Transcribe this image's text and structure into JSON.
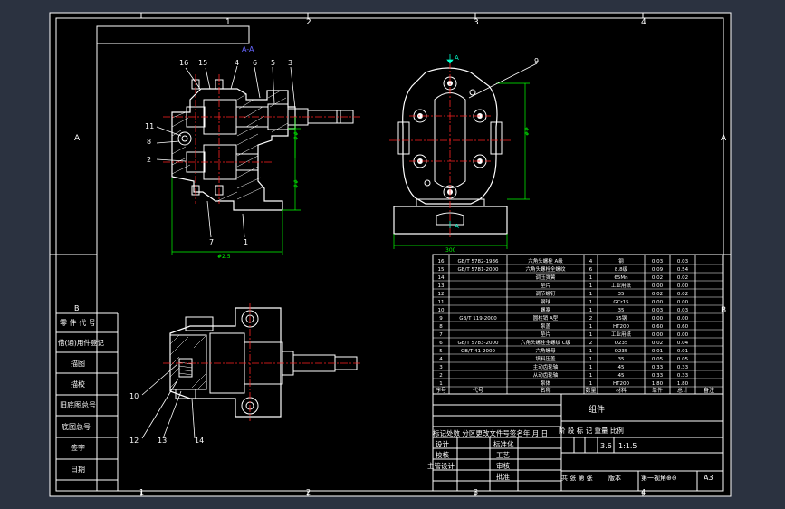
{
  "zone_labels": {
    "top": [
      "1",
      "2",
      "3",
      "4"
    ],
    "bottom": [
      "1",
      "2",
      "3",
      "4"
    ],
    "left": [
      "A",
      "B"
    ],
    "right": [
      "A",
      "B"
    ]
  },
  "section_label": "A-A",
  "section_marks": [
    "A",
    "A"
  ],
  "top_callouts": [
    "16",
    "15",
    "4",
    "6",
    "5",
    "3"
  ],
  "left_callouts": [
    "11",
    "8",
    "2"
  ],
  "bottom_callouts_sec": [
    "7",
    "1"
  ],
  "right_callout": "9",
  "bottom_view_callouts": [
    "10",
    "12",
    "13",
    "14"
  ],
  "dim_overall_width": "#2.5",
  "dim_right_width": "300",
  "left_block": {
    "b_mark": "B",
    "rows": [
      "借(通)用件登记",
      "描图",
      "描校",
      "旧底图总号",
      "底图总号",
      "签字",
      "日期"
    ],
    "header": "零 件 代 号"
  },
  "bom": [
    {
      "no": "16",
      "code": "GB/T 5782-1986",
      "name": "六角头螺栓 A级",
      "qty": "4",
      "mat": "钢",
      "w": "0.03",
      "w2": "0.03"
    },
    {
      "no": "15",
      "code": "GB/T 5781-2000",
      "name": "六角头螺栓全螺纹",
      "qty": "6",
      "mat": "8.8级",
      "w": "0.09",
      "w2": "0.54"
    },
    {
      "no": "14",
      "code": "",
      "name": "调压弹簧",
      "qty": "1",
      "mat": "65Mn",
      "w": "0.02",
      "w2": "0.02"
    },
    {
      "no": "13",
      "code": "",
      "name": "垫片",
      "qty": "1",
      "mat": "工业用纸",
      "w": "0.00",
      "w2": "0.00"
    },
    {
      "no": "12",
      "code": "",
      "name": "调节螺钉",
      "qty": "1",
      "mat": "35",
      "w": "0.02",
      "w2": "0.02"
    },
    {
      "no": "11",
      "code": "",
      "name": "钢球",
      "qty": "1",
      "mat": "GCr15",
      "w": "0.00",
      "w2": "0.00"
    },
    {
      "no": "10",
      "code": "",
      "name": "螺塞",
      "qty": "1",
      "mat": "35",
      "w": "0.03",
      "w2": "0.03"
    },
    {
      "no": "9",
      "code": "GB/T 119-2000",
      "name": "圆柱销 A型",
      "qty": "2",
      "mat": "35钢",
      "w": "0.00",
      "w2": "0.00"
    },
    {
      "no": "8",
      "code": "",
      "name": "泵盖",
      "qty": "1",
      "mat": "HT200",
      "w": "0.60",
      "w2": "0.60"
    },
    {
      "no": "7",
      "code": "",
      "name": "垫片",
      "qty": "1",
      "mat": "工业用纸",
      "w": "0.00",
      "w2": "0.00"
    },
    {
      "no": "6",
      "code": "GB/T 5783-2000",
      "name": "六角头螺栓全螺纹 C级",
      "qty": "2",
      "mat": "Q235",
      "w": "0.02",
      "w2": "0.04"
    },
    {
      "no": "5",
      "code": "GB/T 41-2000",
      "name": "六角螺母",
      "qty": "1",
      "mat": "Q235",
      "w": "0.01",
      "w2": "0.01"
    },
    {
      "no": "4",
      "code": "",
      "name": "填料压盖",
      "qty": "1",
      "mat": "35",
      "w": "0.05",
      "w2": "0.05"
    },
    {
      "no": "3",
      "code": "",
      "name": "主动齿轮轴",
      "qty": "1",
      "mat": "45",
      "w": "0.33",
      "w2": "0.33"
    },
    {
      "no": "2",
      "code": "",
      "name": "从动齿轮轴",
      "qty": "1",
      "mat": "45",
      "w": "0.33",
      "w2": "0.33"
    },
    {
      "no": "1",
      "code": "",
      "name": "泵体",
      "qty": "1",
      "mat": "HT200",
      "w": "1.80",
      "w2": "1.80"
    }
  ],
  "bom_header": {
    "no": "序号",
    "code": "代号",
    "name": "名称",
    "qty": "数量",
    "mat": "材料",
    "w": "单件",
    "w2": "总计",
    "note": "备注"
  },
  "title_block": {
    "part_name": "组件",
    "mark_row": "标记处数 分区更改文件号签名年 月 日",
    "design": "设计",
    "standard": "标准化",
    "check": "校核",
    "process": "工艺",
    "chief": "主管设计",
    "review": "审核",
    "approve": "批准",
    "stage_header": "阶 段 标 记 重量 比例",
    "weight": "3.6",
    "scale": "1:1.5",
    "sheets": "共 张 第 张",
    "version": "版本",
    "alt": "第一视角⊕⊖",
    "size": "A3"
  },
  "colors": {
    "background": "#2b3240",
    "paper": "#000000",
    "line": "#ffffff",
    "dim": "#00ff00",
    "center": "#ff0000",
    "accent": "#6666ff"
  }
}
